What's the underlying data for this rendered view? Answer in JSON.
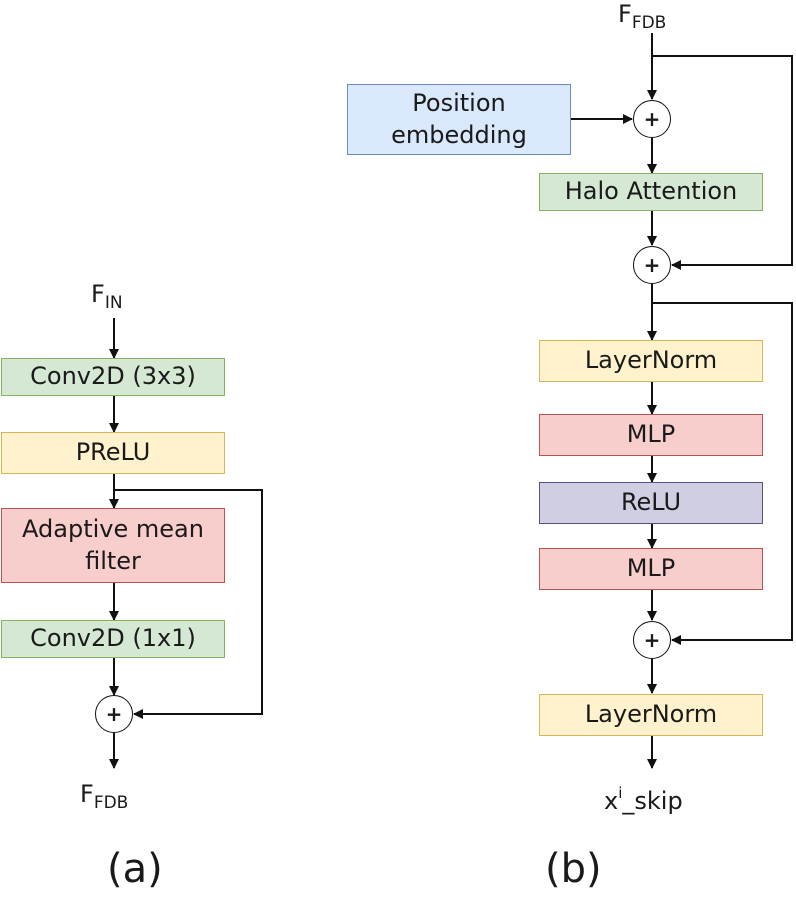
{
  "diagram_a": {
    "input_label": {
      "main": "F",
      "sub": "IN"
    },
    "conv3": "Conv2D (3x3)",
    "prelu": "PReLU",
    "amf_line1": "Adaptive mean",
    "amf_line2": "filter",
    "conv1": "Conv2D (1x1)",
    "plus": "+",
    "output_label": {
      "main": "F",
      "sub": "FDB"
    },
    "caption": "(a)"
  },
  "diagram_b": {
    "input_label": {
      "main": "F",
      "sub": "FDB"
    },
    "pos_line1": "Position",
    "pos_line2": "embedding",
    "plus": "+",
    "halo": "Halo Attention",
    "layernorm1": "LayerNorm",
    "mlp1": "MLP",
    "relu": "ReLU",
    "mlp2": "MLP",
    "layernorm2": "LayerNorm",
    "output_label": {
      "main": "x",
      "sup": "i",
      "rest": "_skip"
    },
    "caption": "(b)"
  }
}
